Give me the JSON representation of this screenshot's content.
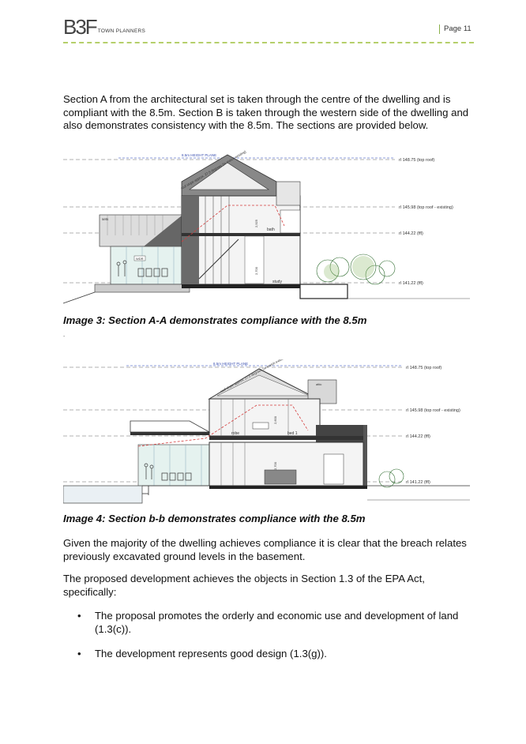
{
  "header": {
    "logo_mark": "B3F",
    "logo_text": "TOWN PLANNERS",
    "page_label": "Page 11"
  },
  "intro_paragraph": "Section A from the architectural set is taken through the centre of the dwelling and is compliant with the 8.5m. Section B is taken through the western side of the dwelling and also demonstrates consistency with the 8.5m. The sections are provided below.",
  "figure1": {
    "height_plane_label": "8.5m HEIGHT PLANE",
    "roof_slope_label": "roof slope approx. 27.5 degrees (to match existing)",
    "levels": [
      {
        "label": "rl 148.75 (top roof)"
      },
      {
        "label": "rl 145.98 (top roof - existing)"
      },
      {
        "label": "rl 144.22 (ffl)"
      },
      {
        "label": "rl 141.22 (ffl)"
      }
    ],
    "room_labels": {
      "bath": "bath",
      "study": "study",
      "wdr": "WDR",
      "sets": "sets"
    },
    "dims": {
      "d1": "2,925",
      "d2": "2,700"
    },
    "caption": "Image 3: Section A-A demonstrates compliance with the 8.5m"
  },
  "stray_mark": "-",
  "figure2": {
    "height_plane_label": "8.5m HEIGHT PLANE",
    "roof_slope_label": "roof slope approx. 27.5 degrees (to match existing)",
    "levels": [
      {
        "label": "rl 148.75 (top roof)"
      },
      {
        "label": "rl 145.98 (top roof - existing)"
      },
      {
        "label": "rl 144.22 (ffl)"
      },
      {
        "label": "rl 141.22 (ffl)"
      }
    ],
    "room_labels": {
      "robe": "robe",
      "bed1": "bed 1",
      "attic": "attic"
    },
    "dims": {
      "d1": "2,600",
      "d2": "2,700"
    },
    "caption": "Image 4: Section b-b demonstrates compliance with the 8.5m"
  },
  "paragraph2": "Given the majority of the dwelling achieves compliance it is clear that the breach relates previously excavated ground levels in the basement.",
  "paragraph3": "The proposed development achieves the objects in Section 1.3 of the EPA Act, specifically:",
  "bullets": [
    {
      "symbol": "•",
      "text": "The proposal promotes the orderly and economic use and development of land (1.3(c))."
    },
    {
      "symbol": "•",
      "text": "The development represents good design (1.3(g))."
    }
  ],
  "colors": {
    "accent_green": "#b5cf6a",
    "wall_gray": "#555555",
    "dim_red": "#d43c3c"
  }
}
